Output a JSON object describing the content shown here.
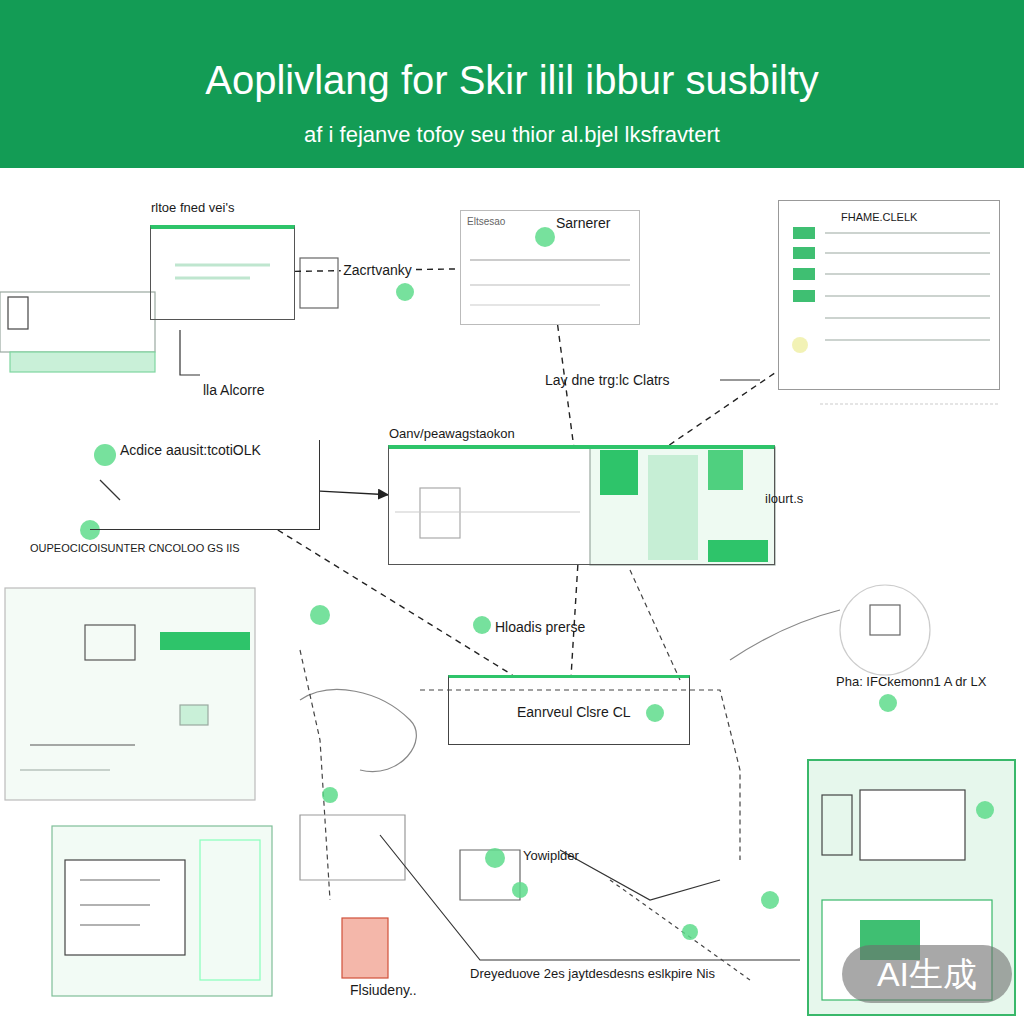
{
  "diagram": {
    "title": "Aoplivlang for Skir ilil ibbur susbilty",
    "nodes": [
      {
        "text": [
          "rltoe fned vei's"
        ]
      },
      {
        "text": [
          "Sarnerer",
          "Eltsesao"
        ]
      },
      {
        "text": [
          "FHAME.CLELK"
        ]
      },
      {
        "text": [
          "Acdice aausit:tcotiOLK",
          "OUPEOCICOISUNTER CNCOLOO GS IIS"
        ]
      },
      {
        "text": [
          "Oanv/peawagstaokon"
        ]
      },
      {
        "text": [
          "Eanrveul Clsre CL"
        ]
      }
    ],
    "edges": [
      {
        "from": 0,
        "to": 1,
        "label": "Zacrtvanky",
        "arrow": "none"
      },
      {
        "from": 1,
        "to": 4,
        "arrow": "none"
      },
      {
        "from": 3,
        "to": 4,
        "arrow": "to"
      },
      {
        "from": 4,
        "to": 5,
        "arrow": "none"
      },
      {
        "from": 4,
        "to": 2,
        "arrow": "none"
      },
      {
        "from": 3,
        "to": 5,
        "arrow": "none"
      }
    ],
    "labels": [
      "af i fejanve tofoy seu thior al.bjel lksfravtert",
      "lla Alcorre",
      "Lay dne trg:lc Clatrs",
      "ilourt.s",
      "Hloadis prerse",
      "Pha: IFCkemonn1 A dr LX",
      "Yowiplder",
      "Flsiudeny..",
      "Dreyeduove 2es jaytdesdesns eslkpire Nis",
      "AI生成"
    ]
  }
}
